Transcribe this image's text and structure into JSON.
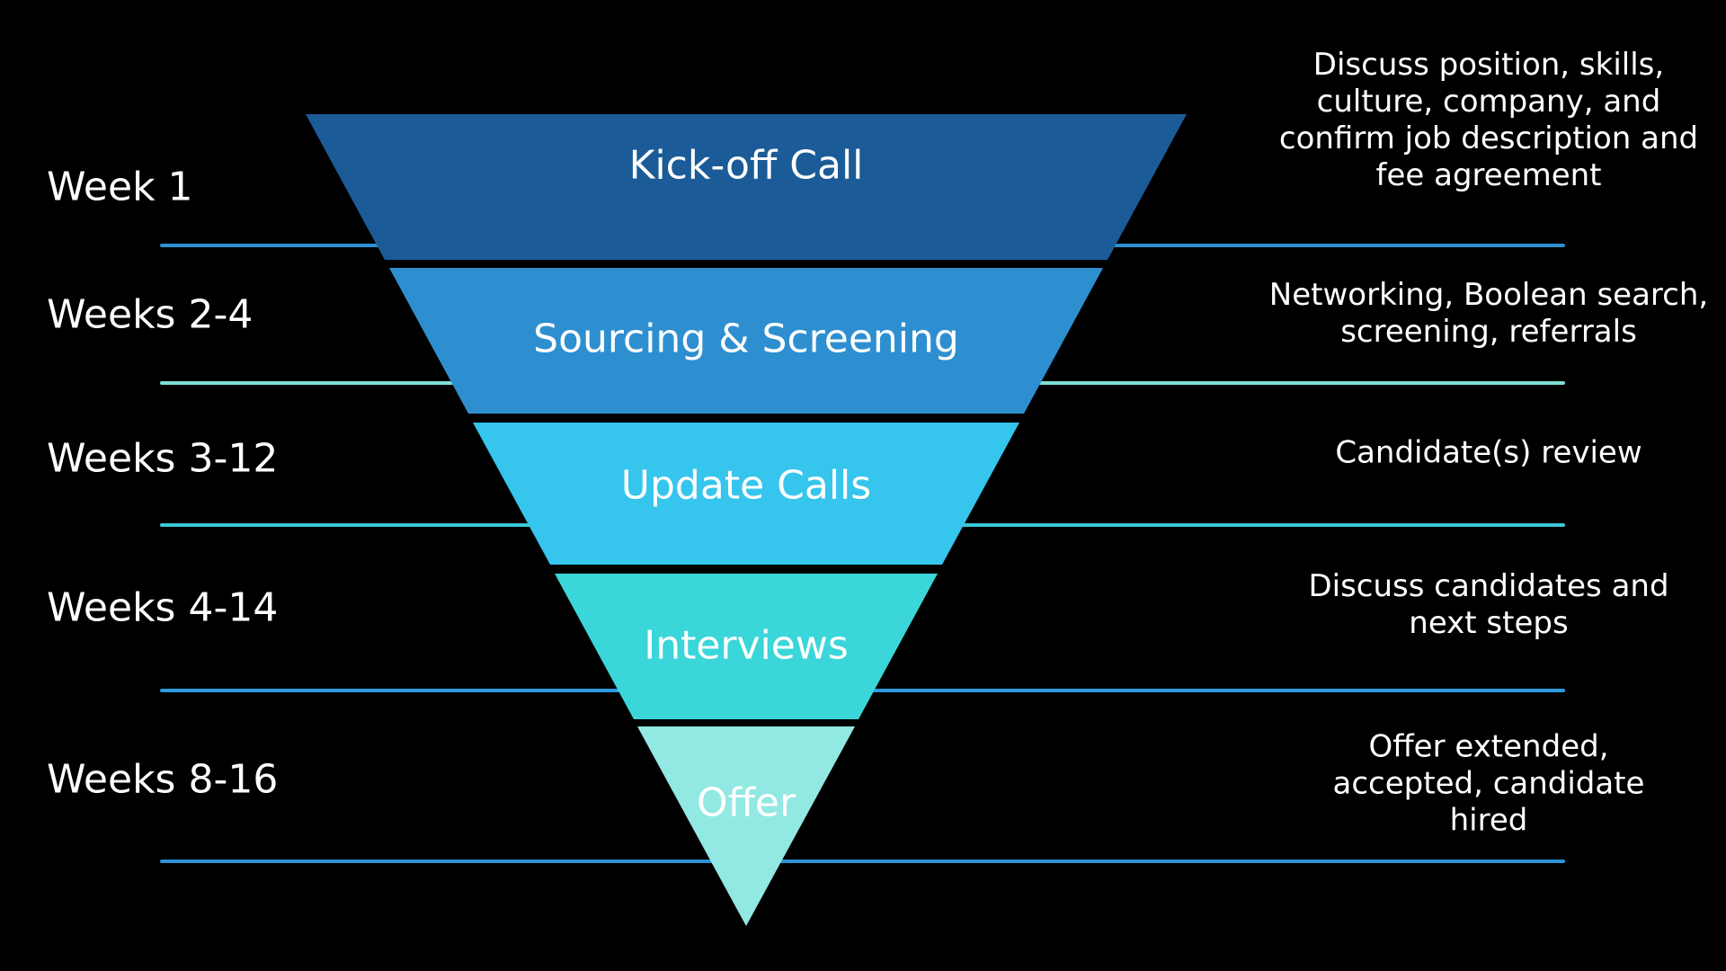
{
  "background": "#000000",
  "text_color": "#FFFFFF",
  "diagram_type": "inverted-funnel",
  "stages": [
    {
      "name": "Kick-off Call",
      "timeline": "Week 1",
      "description": "Discuss position, skills,\nculture, company, and\nconfirm job description and\nfee agreement",
      "color": "#1B5B97",
      "separator_color": "#2E90D1"
    },
    {
      "name": "Sourcing & Screening",
      "timeline": "Weeks 2-4",
      "description": "Networking, Boolean search,\nscreening, referrals",
      "color": "#2E8FD0",
      "separator_color": "#7CE0D3"
    },
    {
      "name": "Update Calls",
      "timeline": "Weeks 3-12",
      "description": "Candidate(s) review",
      "color": "#36C5EC",
      "separator_color": "#3BC8D8"
    },
    {
      "name": "Interviews",
      "timeline": "Weeks 4-14",
      "description": "Discuss candidates and\nnext steps",
      "color": "#3AD6D9",
      "separator_color": "#2F99E0"
    },
    {
      "name": "Offer",
      "timeline": "Weeks 8-16",
      "description": "Offer extended,\naccepted, candidate\nhired",
      "color": "#92E8E3",
      "separator_color": "#2E92D6"
    }
  ]
}
